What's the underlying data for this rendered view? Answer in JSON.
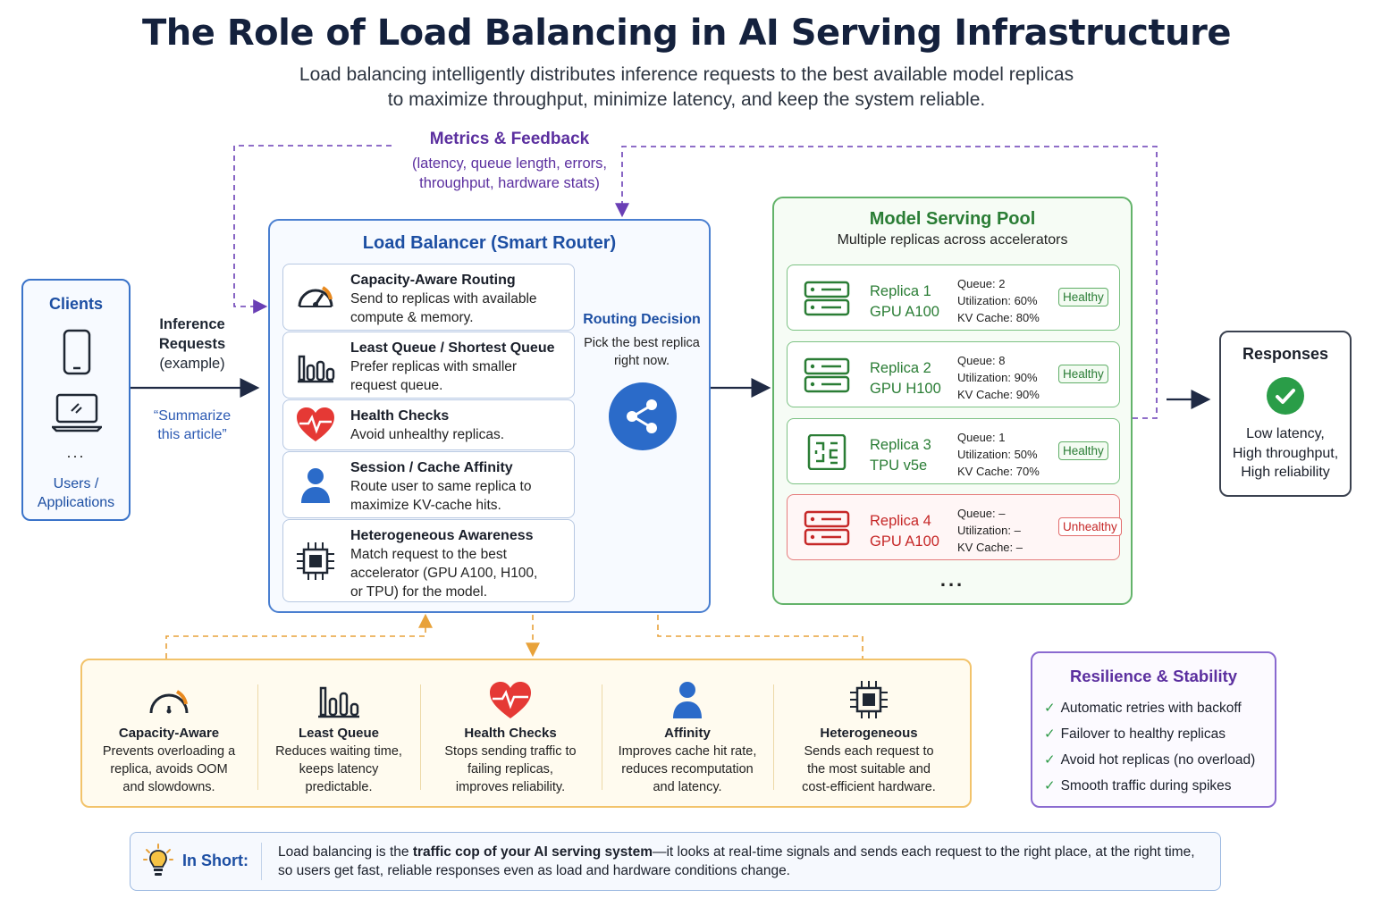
{
  "title": "The Role of Load Balancing in AI Serving Infrastructure",
  "subtitle_line1": "Load balancing intelligently distributes inference requests to the best available model replicas",
  "subtitle_line2": "to maximize throughput, minimize latency, and keep the system reliable.",
  "metrics": {
    "title": "Metrics & Feedback",
    "line1": "(latency, queue length, errors,",
    "line2": "throughput, hardware stats)"
  },
  "clients": {
    "title": "Clients",
    "dots": "...",
    "footer_line1": "Users /",
    "footer_line2": "Applications",
    "icons": [
      "phone-icon",
      "laptop-icon"
    ]
  },
  "requests": {
    "line1": "Inference",
    "line2": "Requests",
    "line3": "(example)",
    "example_line1": "“Summarize",
    "example_line2": "this article”"
  },
  "load_balancer": {
    "title": "Load Balancer (Smart Router)",
    "cards": [
      {
        "icon": "gauge-icon",
        "title": "Capacity-Aware Routing",
        "body1": "Send to replicas with available",
        "body2": "compute & memory.",
        "body3": "",
        "body4": ""
      },
      {
        "icon": "bars-icon",
        "title": "Least Queue / Shortest Queue",
        "body1": "Prefer replicas with smaller",
        "body2": "request queue.",
        "body3": "",
        "body4": ""
      },
      {
        "icon": "heart-icon",
        "title": "Health Checks",
        "body1": "Avoid unhealthy replicas.",
        "body2": "",
        "body3": "",
        "body4": ""
      },
      {
        "icon": "user-icon",
        "title": "Session / Cache Affinity",
        "body1": "Route user to same replica to",
        "body2": "maximize KV-cache hits.",
        "body3": "",
        "body4": ""
      },
      {
        "icon": "chip-icon",
        "title": "Heterogeneous Awareness",
        "body1": "Match request to the best",
        "body2": "accelerator (GPU A100, H100,",
        "body3": "or TPU) for the model.",
        "body4": ""
      }
    ],
    "routing_title": "Routing Decision",
    "routing_line1": "Pick the best replica",
    "routing_line2": "right now."
  },
  "pool": {
    "title": "Model Serving Pool",
    "subtitle": "Multiple replicas across accelerators",
    "replicas": [
      {
        "name": "Replica 1",
        "hw": "GPU A100",
        "queue": "Queue: 2",
        "util": "Utilization: 60%",
        "kv": "KV Cache: 80%",
        "status": "Healthy",
        "icon": "server-icon"
      },
      {
        "name": "Replica 2",
        "hw": "GPU H100",
        "queue": "Queue: 8",
        "util": "Utilization: 90%",
        "kv": "KV Cache: 90%",
        "status": "Healthy",
        "icon": "server-icon"
      },
      {
        "name": "Replica 3",
        "hw": "TPU v5e",
        "queue": "Queue: 1",
        "util": "Utilization: 50%",
        "kv": "KV Cache: 70%",
        "status": "Healthy",
        "icon": "tpu-icon"
      },
      {
        "name": "Replica 4",
        "hw": "GPU A100",
        "queue": "Queue: –",
        "util": "Utilization: –",
        "kv": "KV Cache: –",
        "status": "Unhealthy",
        "icon": "server-icon"
      }
    ],
    "dots": "..."
  },
  "responses": {
    "title": "Responses",
    "line1": "Low latency,",
    "line2": "High throughput,",
    "line3": "High reliability"
  },
  "strategies": [
    {
      "icon": "gauge-icon",
      "title": "Capacity-Aware",
      "line1": "Prevents overloading a",
      "line2": "replica, avoids OOM",
      "line3": "and slowdowns."
    },
    {
      "icon": "bars-icon",
      "title": "Least Queue",
      "line1": "Reduces waiting time,",
      "line2": "keeps latency",
      "line3": "predictable."
    },
    {
      "icon": "heart-icon",
      "title": "Health Checks",
      "line1": "Stops sending traffic to",
      "line2": "failing replicas,",
      "line3": "improves reliability."
    },
    {
      "icon": "user-icon",
      "title": "Affinity",
      "line1": "Improves cache hit rate,",
      "line2": "reduces recomputation",
      "line3": "and latency."
    },
    {
      "icon": "chip-icon",
      "title": "Heterogeneous",
      "line1": "Sends each request to",
      "line2": "the most suitable and",
      "line3": "cost-efficient hardware."
    }
  ],
  "resilience": {
    "title": "Resilience & Stability",
    "items": [
      "Automatic retries with backoff",
      "Failover to healthy replicas",
      "Avoid hot replicas (no overload)",
      "Smooth traffic during spikes"
    ]
  },
  "in_short": {
    "label": "In Short:",
    "pre": "Load balancing is the ",
    "bold": "traffic cop of your AI serving system",
    "post": "—it looks at real-time signals and sends each request to the right place, at the right time,",
    "line2": "so users get fast, reliable responses even as load and hardware conditions change."
  },
  "colors": {
    "blue": "#2b6bc9",
    "green": "#2a7d35",
    "red": "#c62828",
    "purple": "#5b2f9f",
    "orange": "#e8a23a"
  }
}
